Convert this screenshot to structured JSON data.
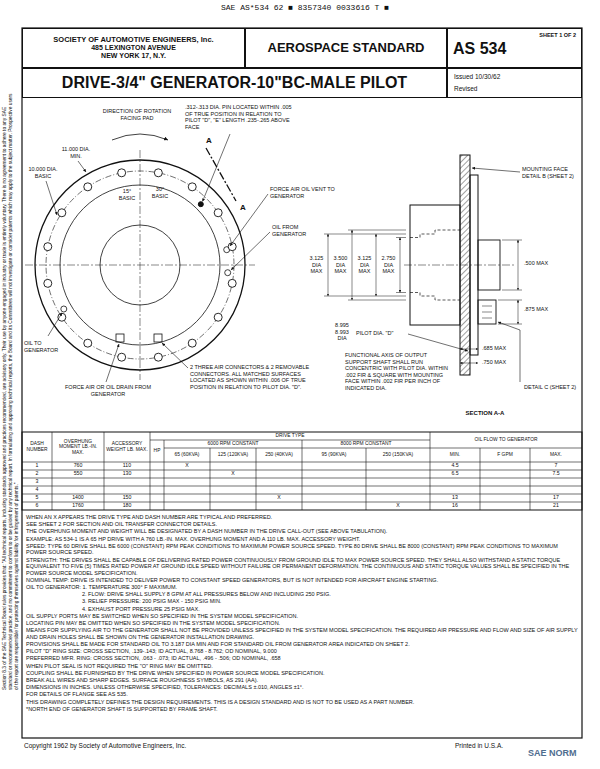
{
  "diagram": {
    "title": "DRIVE-3/4\" GENERATOR-10\"BC-MALE PILOT",
    "nodes": [
      {
        "text": [
          "SOCIETY OF AUTOMOTIVE ENGINEERS, Inc.",
          "485 LEXINGTON AVENUE",
          "NEW YORK 17, N.Y."
        ]
      },
      {
        "text": [
          "AEROSPACE STANDARD"
        ]
      },
      {
        "text": [
          "AS 534",
          "SHEET 1 OF 2"
        ]
      },
      {
        "text": [
          "Issued 10/30/62",
          "Revised"
        ]
      }
    ],
    "labels": [
      "SAE AS*534 62 ■ 8357340 0033616 T ■",
      "Section 8.3 of the SAE Technical Board rules provides that: \"All technical reports, including standards approved and practices recommended, are advisory only. Their use by anyone engaged in industry or trade is entirely voluntary. There is no agreement to adhere to any SAE standard or recommended practice, and no commitment to conform to or be guided by any technical report. In formulating and approving technical reports, the Board and its Committees will not investigate or consider patents which may apply to the subject matter. Prospective users of the report are responsible for protecting themselves against liability for infringement of patents.\"",
      "DIRECTION OF ROTATION FACING PAD",
      ".312-.313 DIA. PIN LOCATED WITHIN .005 OF TRUE POSITION IN RELATION TO PILOT \"D\", \"E\" LENGTH .235-.265 ABOVE FACE",
      "11.000 DIA. MIN.",
      "10.000 DIA. BASIC",
      "15° BASIC",
      "30° BASIC",
      "A",
      "FORCE AIR OIL VENT TO GENERATOR",
      "OIL FROM GENERATOR",
      "3.125 DIA MAX",
      "3.125 DIA MAX",
      "2.750 DIA MAX",
      "3.500 DIA MAX",
      ".685 MAX",
      ".750 MAX",
      "8.995 8.993 DIA",
      "PILOT DIA. \"D\"",
      "FUNCTIONAL AXIS OF OUTPUT SUPPORT SHAFT SHALL RUN CONCENTRIC WITH PILOT DIA. WITHIN .002 FIR & SQUARE WITH MOUNTING FACE WITHIN .002 FIR PER INCH OF INDICATED DIA.",
      "A",
      "OIL TO GENERATOR",
      "FORCE AIR OR OIL DRAIN FROM GENERATOR",
      "2 THREE AIR CONNECTORS & 2 REMOVABLE CONNECTORS. ALL MATCHED SURFACES LOCATED AS SHOWN WITHIN .006 OF TRUE POSITION IN RELATION TO PILOT DIA. \"D\".",
      "MOUNTING FACE DETAIL B (SHEET 2)",
      ".500 MAX",
      ".875 MAX",
      "DETAIL C (SHEET 2)",
      "SECTION A-A",
      "DASH NUMBER",
      "OVERHUNG MOMENT LB.-IN. MAX.",
      "ACCESSORY WEIGHT LB. MAX.",
      "DRIVE TYPE",
      "6000 RPM CONSTANT",
      "8000 RPM CONSTANT",
      "OIL FLOW TO GENERATOR",
      "HP",
      "65 (60KVA)",
      "125 (120KVA)",
      "250 (40KVA)",
      "95 (90KVA)",
      "250 (150KVA)",
      "MIN.",
      "F GPM",
      "MAX.",
      "1",
      "760",
      "110",
      "X",
      "4.5",
      "7",
      "2",
      "550",
      "130",
      "X",
      "6.5",
      "7.5",
      "3",
      "4",
      "5",
      "1400",
      "150",
      "X",
      "13",
      "17",
      "6",
      "1760",
      "180",
      "X",
      "16",
      "21",
      "WHEN AN X APPEARS THE DRIVE TYPE AND DASH NUMBER ARE TYPICAL AND PREFERRED.",
      "SEE SHEET 2 FOR SECTION AND OIL TRANSFER CONNECTOR DETAILS.",
      "THE OVERHUNG MOMENT AND WEIGHT WILL BE DESIGNATED BY A DASH NUMBER IN THE DRIVE CALL-OUT (SEE ABOVE TABULATION).",
      "EXAMPLE: AS 534-1 IS A 65 HP DRIVE WITH A 760 LB.-IN. MAX. OVERHUNG MOMENT AND A 110 LB. MAX. ACCESSORY WEIGHT.",
      "SPEED: TYPE 60 DRIVE SHALL BE 6000 (CONSTANT) RPM PEAK CONDITIONS TO MAXIMUM POWER SOURCE SPEED. TYPE 80 DRIVE SHALL BE 8000 (CONSTANT) RPM PEAK CONDITIONS TO MAXIMUM POWER SOURCE SPEED.",
      "STRENGTH: THE DRIVES SHALL BE CAPABLE OF DELIVERING RATED POWER CONTINUOUSLY FROM GROUND IDLE TO MAX POWER SOURCE SPEED. THEY SHALL ALSO WITHSTAND A STATIC TORQUE EQUIVALENT TO FIVE (5) TIMES RATED POWER AT GROUND IDLE SPEED WITHOUT FAILURE OR PERMANENT DEFORMATION. THE CONTINUOUS AND STATIC TORQUE VALUES SHALL BE SPECIFIED IN THE POWER SOURCE MODEL SPECIFICATION.",
      "NOMINAL TEMP: DRIVE IS INTENDED TO DELIVER POWER TO CONSTANT SPEED GENERATORS, BUT IS NOT INTENDED FOR AIRCRAFT ENGINE STARTING.",
      "OIL TO GENERATOR: 1. TEMPERATURE 300° F MAXIMUM.",
      "2. FLOW: DRIVE SHALL SUPPLY 8 GPM AT ALL PRESSURES BELOW AND INCLUDING 250 PSIG.",
      "3. RELIEF PRESSURE: 200 PSIG MAX - 150 PSIG MIN.",
      "4. EXHAUST PORT PRESSURE 25 PSIG MAX.",
      "OIL SUPPLY PORTS MAY BE SWITCHED WHEN SO SPECIFIED IN THE SYSTEM MODEL SPECIFICATION.",
      "LOCATING PIN MAY BE OMITTED WHEN SO SPECIFIED IN THE SYSTEM MODEL SPECIFICATION.",
      "MEANS FOR SUPPLYING AIR TO THE GENERATOR SHALL NOT BE PROVIDED UNLESS SPECIFIED IN THE SYSTEM MODEL SPECIFICATION. THE REQUIRED AIR PRESSURE AND FLOW AND SIZE OF AIR SUPPLY AND DRAIN HOLES SHALL BE SHOWN ON THE GENERATOR INSTALLATION DRAWING.",
      "PROVISIONS SHALL BE MADE FOR STANDARD OIL TO 3.187 DIA MIN AND FOR STANDARD OIL FROM GENERATOR AREA INDICATED ON SHEET 2.",
      "PILOT \"D\" RING SIZE: CROSS SECTION, .139-.143; ID ACTUAL, 8.768 - 8.762; OD NOMINAL, 9.000",
      "PREFERRED MFR. RING: CROSS SECTION, .063 - .073; ID ACTUAL, .496 - .506; OD NOMINAL, .658",
      "WHEN PILOT SEAL IS NOT REQUIRED THE \"O\" RING MAY BE OMITTED.",
      "COUPLING SHALL BE FURNISHED BY THE DRIVE WHEN SPECIFIED IN POWER SOURCE MODEL SPECIFICATION.",
      "BREAK ALL WIRES AND SHARP EDGES. SURFACE ROUGHNESS SYMBOLS, AS 291 (AA).",
      "DIMENSIONS IN INCHES. UNLESS OTHERWISE SPECIFIED, TOLERANCES: DECIMALS ±.010, ANGLES ±1°.",
      "FOR DETAILS OF FLANGE SEE AS 535.",
      "THIS DRAWING COMPLETELY DEFINES THE DESIGN REQUIREMENTS. THIS IS A DESIGN STANDARD AND IS NOT TO BE USED AS A PART NUMBER.",
      "*NORTH END OF GENERATOR SHAFT IS SUPPORTED BY FRAME SHAFT.",
      "Copyright 1962 by Society of Automotive Engineers, Inc.",
      "Printed in U.S.A.",
      "SAE NORM"
    ]
  }
}
